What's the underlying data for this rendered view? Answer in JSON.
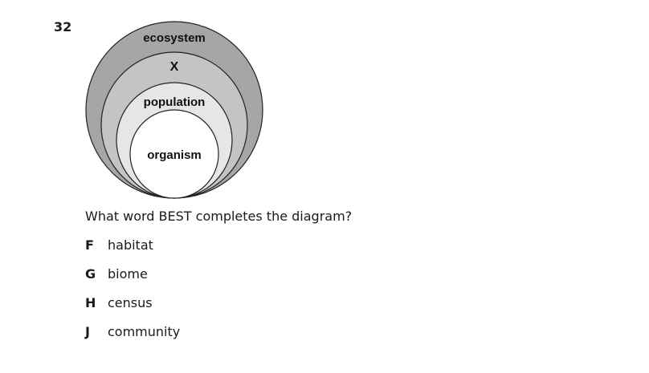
{
  "question": {
    "number": "32",
    "stem": "What word BEST completes the diagram?",
    "choices": [
      {
        "letter": "F",
        "text": "habitat"
      },
      {
        "letter": "G",
        "text": "biome"
      },
      {
        "letter": "H",
        "text": "census"
      },
      {
        "letter": "J",
        "text": "community"
      }
    ]
  },
  "diagram": {
    "levels": [
      {
        "label": "ecosystem",
        "fill": "#a6a6a6"
      },
      {
        "label": "X",
        "fill": "#c4c4c4"
      },
      {
        "label": "population",
        "fill": "#e6e6e6"
      },
      {
        "label": "organism",
        "fill": "#ffffff"
      }
    ],
    "stroke": "#222222"
  }
}
